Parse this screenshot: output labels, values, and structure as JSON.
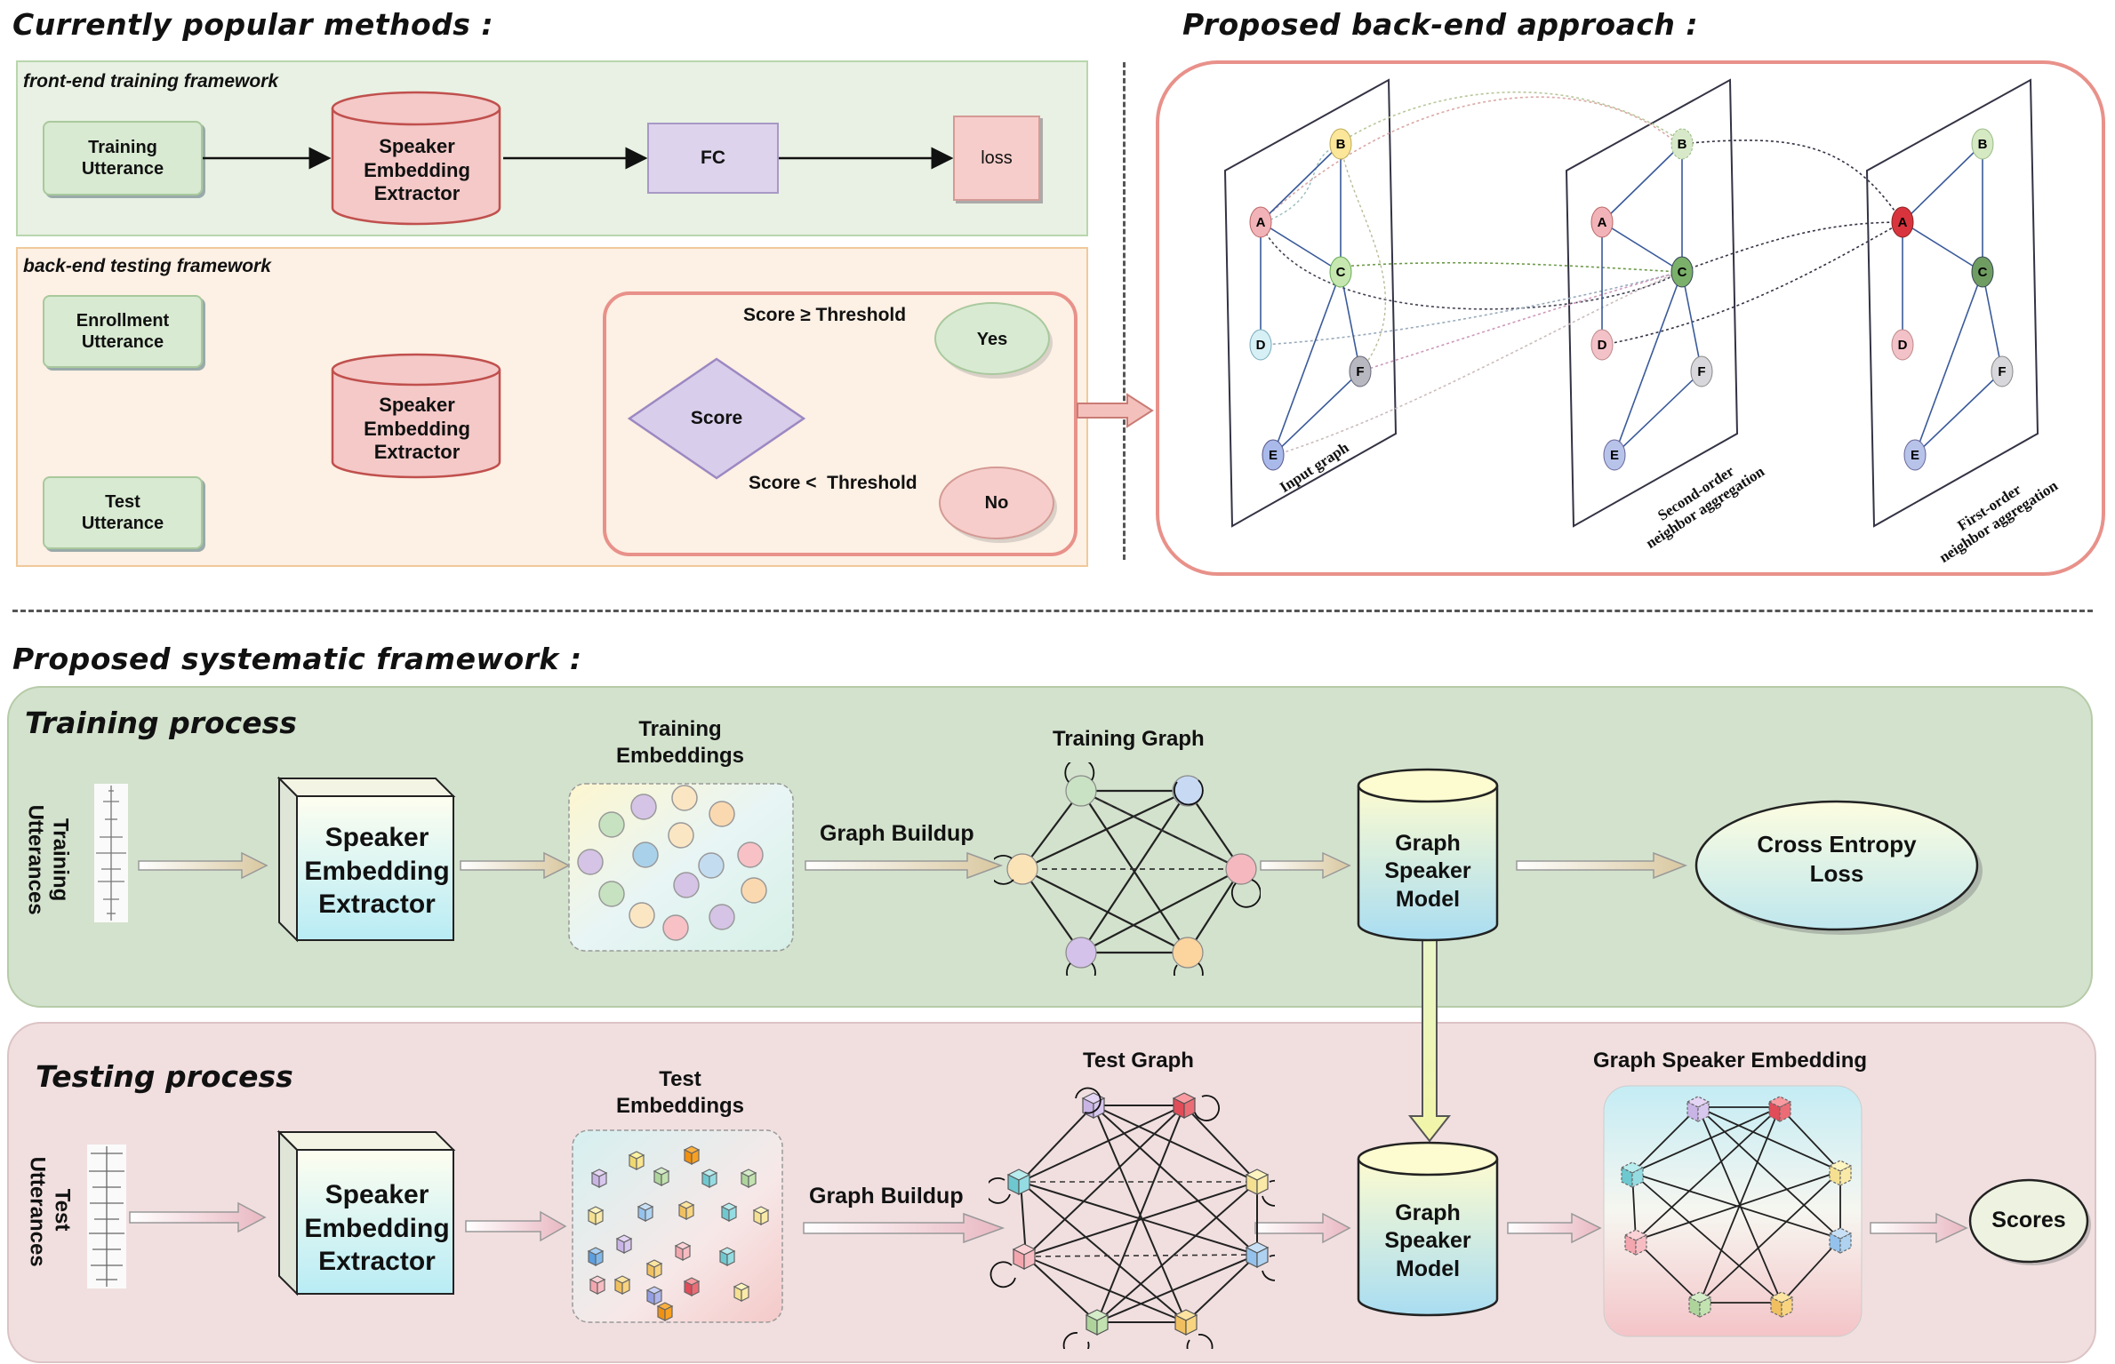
{
  "top": {
    "left_title": "Currently popular methods :",
    "right_title": "Proposed back-end approach :",
    "front_end": {
      "label": "front-end training framework",
      "training_utterance": "Training\nUtterance",
      "extractor": "Speaker\nEmbedding\nExtractor",
      "fc": "FC",
      "loss": "loss"
    },
    "back_end": {
      "label": "back-end testing framework",
      "enrollment_utterance": "Enrollment\nUtterance",
      "test_utterance": "Test\nUtterance",
      "extractor": "Speaker\nEmbedding\nExtractor",
      "score": "Score",
      "cond_yes": "Score ≥ Threshold",
      "cond_no": "Score <  Threshold",
      "yes": "Yes",
      "no": "No"
    },
    "graph_layers": {
      "labels": [
        "Input graph",
        "Second-order\nneighbor aggregation",
        "First-order\nneighbor aggregation"
      ],
      "nodes": [
        "A",
        "B",
        "C",
        "D",
        "E",
        "F"
      ]
    }
  },
  "bottom": {
    "title": "Proposed systematic framework :",
    "training": {
      "label": "Training  process",
      "utterances": "Training\nUtterances",
      "extractor": "Speaker\nEmbedding\nExtractor",
      "embeddings": "Training\nEmbeddings",
      "graph_buildup": "Graph Buildup",
      "graph": "Training Graph",
      "model": "Graph\nSpeaker\nModel",
      "loss": "Cross Entropy\nLoss"
    },
    "testing": {
      "label": "Testing process",
      "utterances": "Test\nUtterances",
      "extractor": "Speaker\nEmbedding\nExtractor",
      "embeddings": "Test\nEmbeddings",
      "graph_buildup": "Graph Buildup",
      "graph": "Test Graph",
      "model": "Graph\nSpeaker\nModel",
      "gse": "Graph Speaker Embedding",
      "scores": "Scores"
    }
  },
  "colors": {
    "green_panel": "#e8f1e3",
    "peach_panel": "#fdf0e4",
    "pink_border": "#e8918a",
    "node_green": "#d8ead2",
    "extractor_red": "#f4c9c8",
    "fc_purple": "#ddd3ec",
    "diamond_purple": "#d8cdea",
    "train_bg": "#d3e2cd",
    "test_bg": "#f1dfe0"
  }
}
